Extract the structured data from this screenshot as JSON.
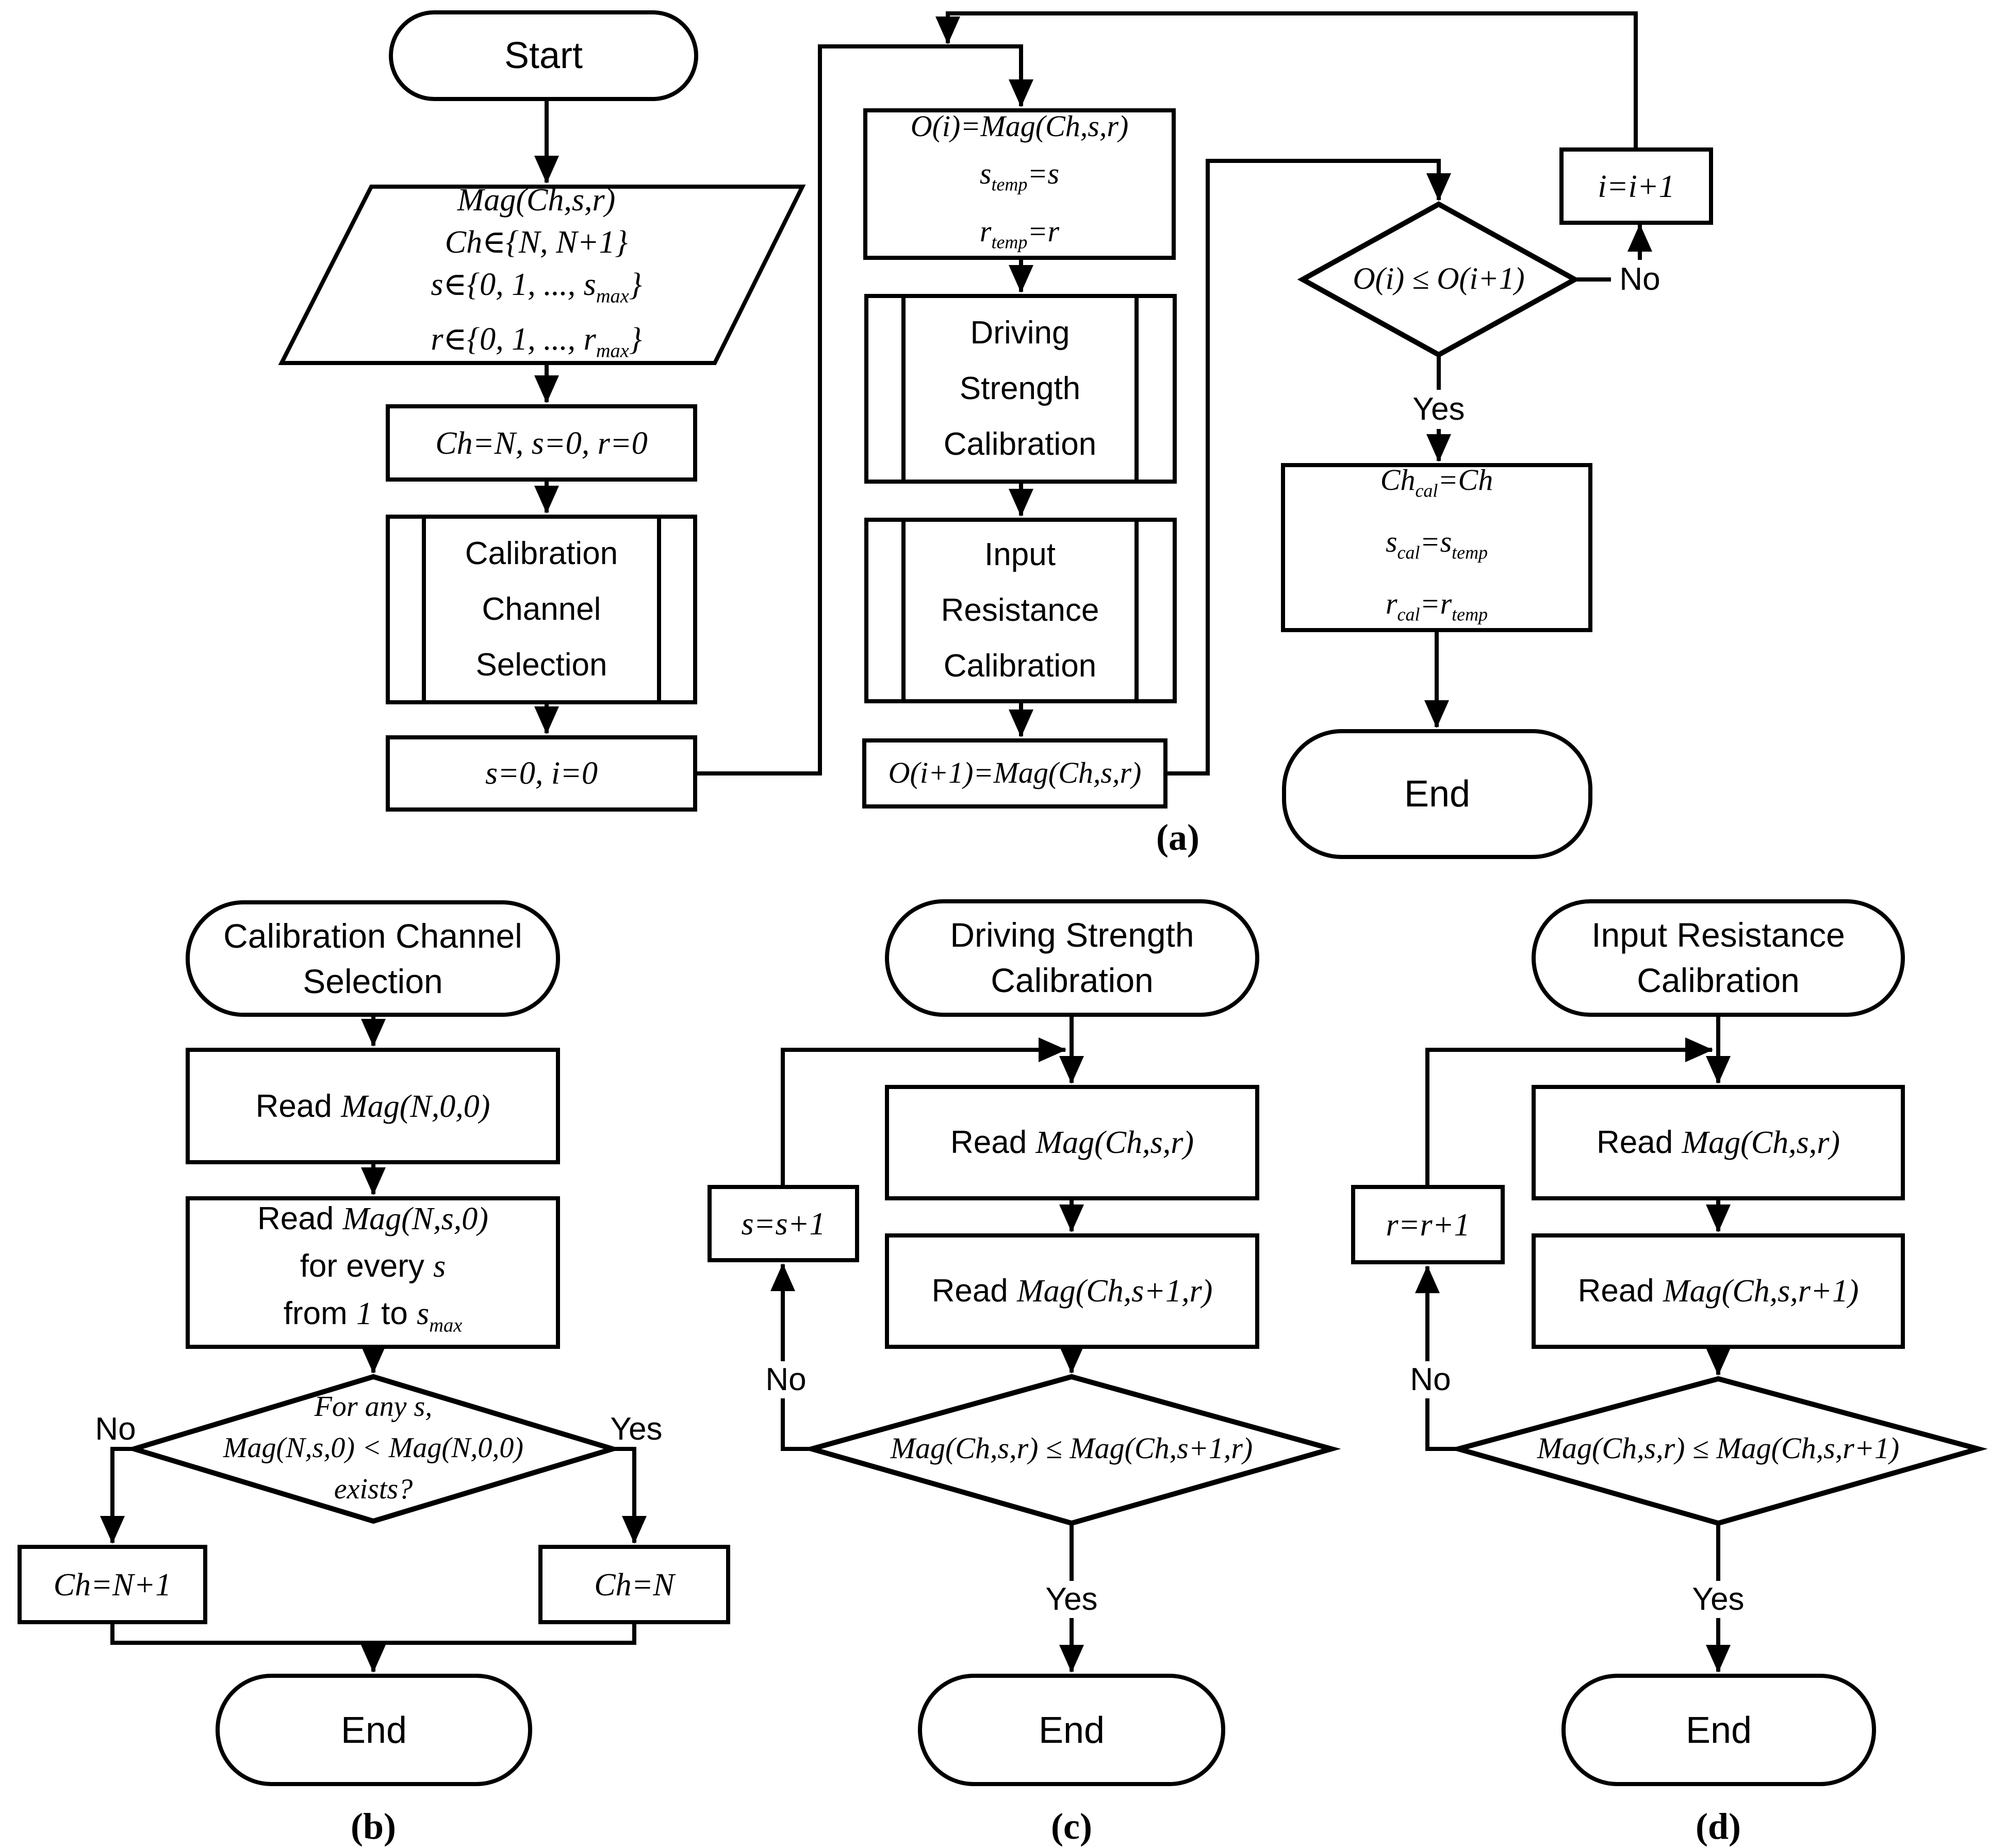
{
  "a": {
    "label": "(a)",
    "start": "Start",
    "input": {
      "l1": "Mag(Ch,s,r)",
      "l2": "Ch∈{N, N+1}",
      "l3a": "s∈{0, 1, ..., s",
      "l3sub": "max",
      "l3b": "}",
      "l4a": "r∈{0, 1, ..., r",
      "l4sub": "max",
      "l4b": "}"
    },
    "init": "Ch=N, s=0, r=0",
    "pp_ccs": [
      "Calibration",
      "Channel",
      "Selection"
    ],
    "init2": "s=0, i=0",
    "record": {
      "l1": "O(i)=Mag(Ch,s,r)",
      "l2a": "s",
      "l2sub": "temp",
      "l2b": "=s",
      "l3a": "r",
      "l3sub": "temp",
      "l3b": "=r"
    },
    "pp_dsc": [
      "Driving",
      "Strength",
      "Calibration"
    ],
    "pp_irc": [
      "Input",
      "Resistance",
      "Calibration"
    ],
    "record2": "O(i+1)=Mag(Ch,s,r)",
    "decision": "O(i) ≤ O(i+1)",
    "no": "No",
    "yes": "Yes",
    "inc": "i=i+1",
    "assign": {
      "l1a": "Ch",
      "l1sub": "cal",
      "l1b": "=Ch",
      "l2a": "s",
      "l2sub": "cal",
      "l2b": "=s",
      "l2sub2": "temp",
      "l3a": "r",
      "l3sub": "cal",
      "l3b": "=r",
      "l3sub2": "temp"
    },
    "end": "End"
  },
  "b": {
    "label": "(b)",
    "title": [
      "Calibration Channel",
      "Selection"
    ],
    "read1": {
      "pre": "Read ",
      "math": "Mag(N,0,0)"
    },
    "read2": {
      "l1pre": "Read ",
      "l1math": "Mag(N,s,0)",
      "l2pre": "for every ",
      "l2math": "s",
      "l3a": "from ",
      "l3m1": "1",
      "l3b": " to ",
      "l3m2": "s",
      "l3sub": "max"
    },
    "decision": [
      "For any s,",
      "Mag(N,s,0) < Mag(N,0,0)",
      "exists?"
    ],
    "no": "No",
    "yes": "Yes",
    "ch_n1": "Ch=N+1",
    "ch_n": "Ch=N",
    "end": "End"
  },
  "c": {
    "label": "(c)",
    "title": [
      "Driving Strength",
      "Calibration"
    ],
    "read1": {
      "pre": "Read ",
      "math": "Mag(Ch,s,r)"
    },
    "read2": {
      "pre": "Read ",
      "math": "Mag(Ch,s+1,r)"
    },
    "inc": "s=s+1",
    "decision": "Mag(Ch,s,r) ≤ Mag(Ch,s+1,r)",
    "no": "No",
    "yes": "Yes",
    "end": "End"
  },
  "d": {
    "label": "(d)",
    "title": [
      "Input Resistance",
      "Calibration"
    ],
    "read1": {
      "pre": "Read ",
      "math": "Mag(Ch,s,r)"
    },
    "read2": {
      "pre": "Read ",
      "math": "Mag(Ch,s,r+1)"
    },
    "inc": "r=r+1",
    "decision": "Mag(Ch,s,r) ≤ Mag(Ch,s,r+1)",
    "no": "No",
    "yes": "Yes",
    "end": "End"
  }
}
